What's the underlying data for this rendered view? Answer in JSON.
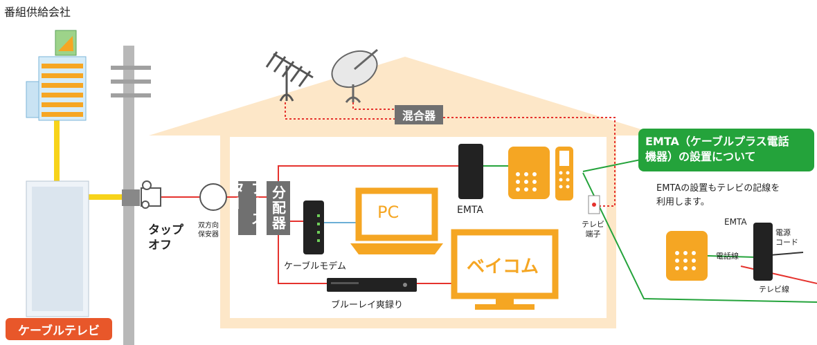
{
  "labels": {
    "broadcaster": "番組供給会社",
    "cable_tv": "ケーブルテレビ",
    "tap_off": "タップ\nオフ",
    "protector": "双方向\n保安器",
    "booster": "ブースター",
    "splitter": "分配器",
    "mixer": "混合器",
    "cable_modem": "ケーブルモデム",
    "pc": "PC",
    "tv": "ベイコム",
    "bluray": "ブルーレイ爽録り",
    "emta": "EMTA",
    "tv_terminal": "テレビ\n端子"
  },
  "callout": {
    "title": "EMTA（ケーブルプラス電話機器）の設置について",
    "title_line1": "EMTA（ケーブルプラス電話",
    "title_line2": "機器）の設置について",
    "desc_line1": "EMTAの設置もテレビの記線を",
    "desc_line2": "利用します。",
    "emta": "EMTA",
    "power_cord": "電源\nコード",
    "phone_line": "電話線",
    "tv_line": "テレビ線"
  },
  "colors": {
    "orange": "#f5a623",
    "house": "#fde7c8",
    "red_line": "#e5322d",
    "green": "#24a33b",
    "yellow": "#f7d31a",
    "grey": "#707070"
  }
}
